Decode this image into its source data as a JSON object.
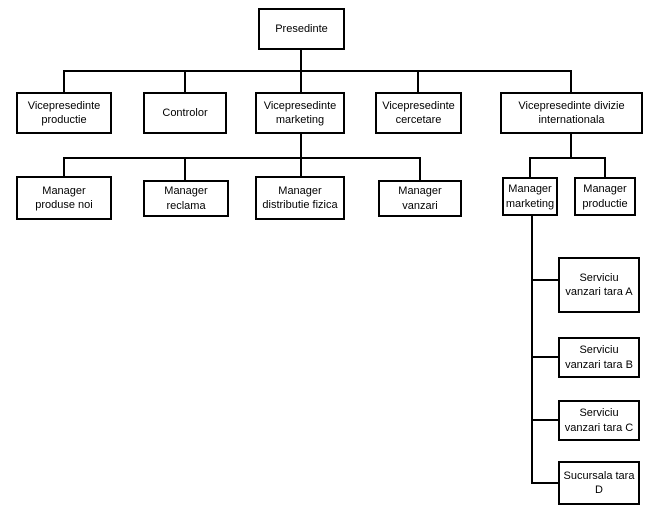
{
  "diagram": {
    "type": "org-chart",
    "language": "Romanian",
    "background_color": "#ffffff",
    "box_fill_color": "#ffffff",
    "box_border_color": "#000000",
    "connector_color": "#000000",
    "text_color": "#000000",
    "nodes": [
      {
        "id": "presedinte",
        "label": "Presedinte",
        "level": 1,
        "parent": null
      },
      {
        "id": "vp-productie",
        "label": "Vicepresedinte productie",
        "level": 2,
        "parent": "presedinte"
      },
      {
        "id": "controlor",
        "label": "Controlor",
        "level": 2,
        "parent": "presedinte"
      },
      {
        "id": "vp-marketing",
        "label": "Vicepresedinte marketing",
        "level": 2,
        "parent": "presedinte"
      },
      {
        "id": "vp-cercetare",
        "label": "Vicepresedinte cercetare",
        "level": 2,
        "parent": "presedinte"
      },
      {
        "id": "vp-divizie-internationala",
        "label": "Vicepresedinte divizie internationala",
        "level": 2,
        "parent": "presedinte"
      },
      {
        "id": "mgr-produse-noi",
        "label": "Manager produse noi",
        "level": 3,
        "parent": "vp-marketing"
      },
      {
        "id": "mgr-reclama",
        "label": "Manager reclama",
        "level": 3,
        "parent": "vp-marketing"
      },
      {
        "id": "mgr-distributie-fizica",
        "label": "Manager distributie fizica",
        "level": 3,
        "parent": "vp-marketing"
      },
      {
        "id": "mgr-vanzari",
        "label": "Manager vanzari",
        "level": 3,
        "parent": "vp-marketing"
      },
      {
        "id": "mgr-marketing",
        "label": "Manager marketing",
        "level": 3,
        "parent": "vp-divizie-internationala"
      },
      {
        "id": "mgr-productie",
        "label": "Manager productie",
        "level": 3,
        "parent": "vp-divizie-internationala"
      },
      {
        "id": "serviciu-vanzari-tara-a",
        "label": "Serviciu vanzari tara A",
        "level": 4,
        "parent": "mgr-marketing"
      },
      {
        "id": "serviciu-vanzari-tara-b",
        "label": "Serviciu vanzari tara B",
        "level": 4,
        "parent": "mgr-marketing"
      },
      {
        "id": "serviciu-vanzari-tara-c",
        "label": "Serviciu vanzari tara C",
        "level": 4,
        "parent": "mgr-marketing"
      },
      {
        "id": "sucursala-tara-d",
        "label": "Sucursala tara D",
        "level": 4,
        "parent": "mgr-marketing"
      }
    ]
  }
}
